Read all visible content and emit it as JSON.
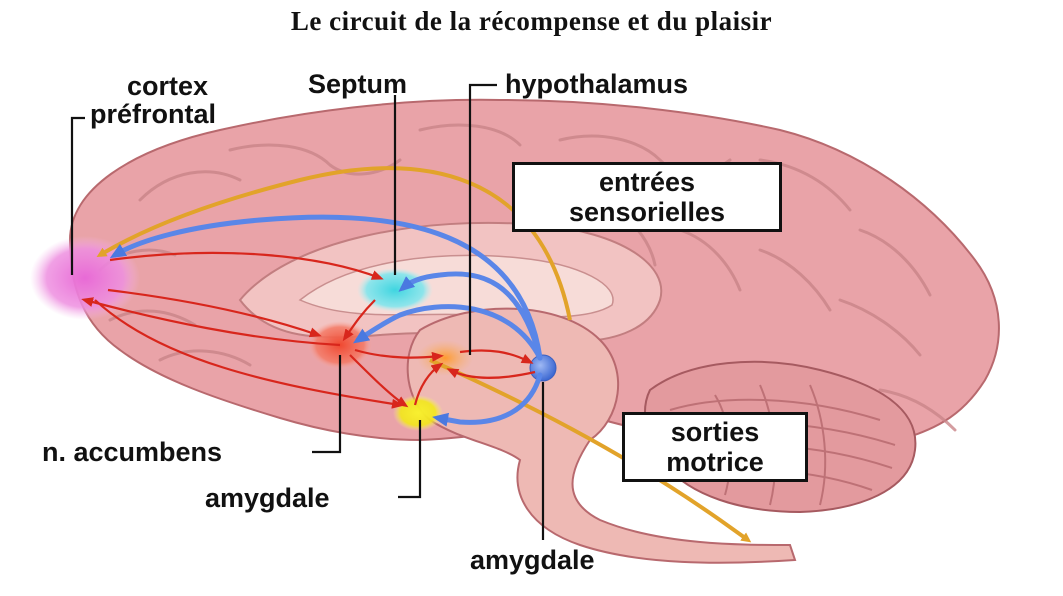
{
  "title": "Le circuit de la récompense et du plaisir",
  "labels": {
    "cortex_line1": "cortex",
    "cortex_line2": "préfrontal",
    "septum": "Septum",
    "hypothalamus": "hypothalamus",
    "entrees_line1": "entrées",
    "entrees_line2": "sensorielles",
    "sorties_line1": "sorties",
    "sorties_line2": "motrice",
    "accumbens": "n. accumbens",
    "amygdale_left": "amygdale",
    "amygdale_bottom": "amygdale"
  },
  "colors": {
    "brain_tissue": "#e9a3a8",
    "brain_fold": "#c98588",
    "brainstem": "#eeb9b4",
    "prefrontal": "#e86ad6",
    "septum": "#3fd5e0",
    "accumbens": "#f04830",
    "amygdala_yellow": "#f2e81a",
    "amygdala_blue": "#4a79e0",
    "hypothalamus": "#f48a2a",
    "arrow_orange": "#e2a32a",
    "arrow_blue": "#5a86e8",
    "arrow_red": "#d8261c"
  }
}
